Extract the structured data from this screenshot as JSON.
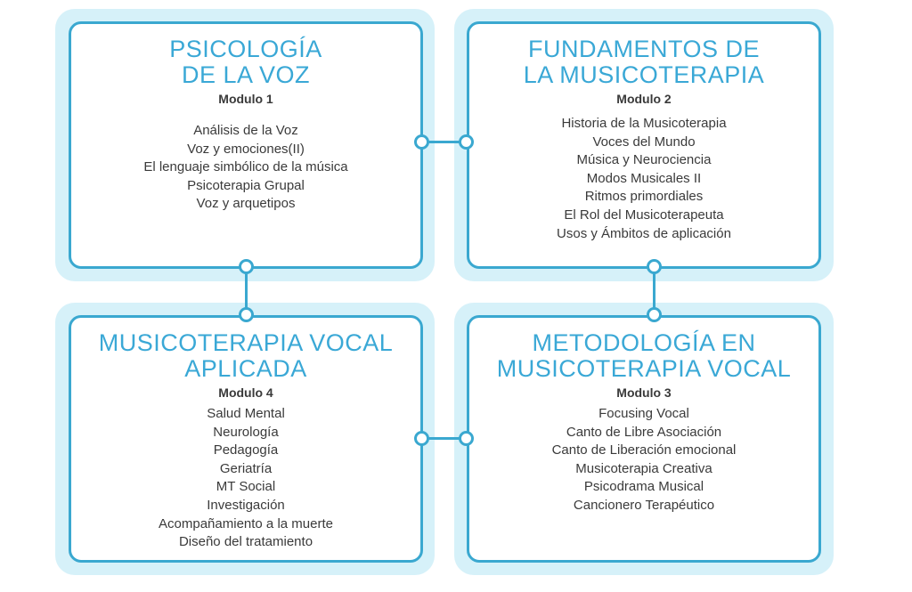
{
  "modules": [
    {
      "title_lines": [
        "PSICOLOGÍA",
        "DE LA VOZ"
      ],
      "module_label": "Modulo 1",
      "topics": [
        "Análisis de la Voz",
        "Voz y emociones(II)",
        "El lenguaje simbólico de la música",
        "Psicoterapia Grupal",
        "Voz y arquetipos"
      ]
    },
    {
      "title_lines": [
        "FUNDAMENTOS DE",
        "LA MUSICOTERAPIA"
      ],
      "module_label": "Modulo 2",
      "topics": [
        "Historia de la Musicoterapia",
        "Voces del Mundo",
        "Música y Neurociencia",
        "Modos Musicales II",
        "Ritmos primordiales",
        "El Rol del Musicoterapeuta",
        "Usos y Ámbitos de aplicación"
      ]
    },
    {
      "title_lines": [
        "METODOLOGÍA EN",
        "MUSICOTERAPIA VOCAL"
      ],
      "module_label": "Modulo 3",
      "topics": [
        "Focusing Vocal",
        "Canto de Libre Asociación",
        "Canto de Liberación emocional",
        "Musicoterapia Creativa",
        "Psicodrama Musical",
        "Cancionero Terapéutico"
      ]
    },
    {
      "title_lines": [
        "MUSICOTERAPIA VOCAL",
        "APLICADA"
      ],
      "module_label": "Modulo 4",
      "topics": [
        "Salud Mental",
        "Neurología",
        "Pedagogía",
        "Geriatría",
        "MT Social",
        "Investigación",
        "Acompañamiento a la muerte",
        "Diseño del tratamiento"
      ]
    }
  ],
  "colors": {
    "accent": "#3aa8d6",
    "border": "#3aa8d0",
    "halo": "#d6f1f9",
    "text": "#3a3a3a"
  }
}
